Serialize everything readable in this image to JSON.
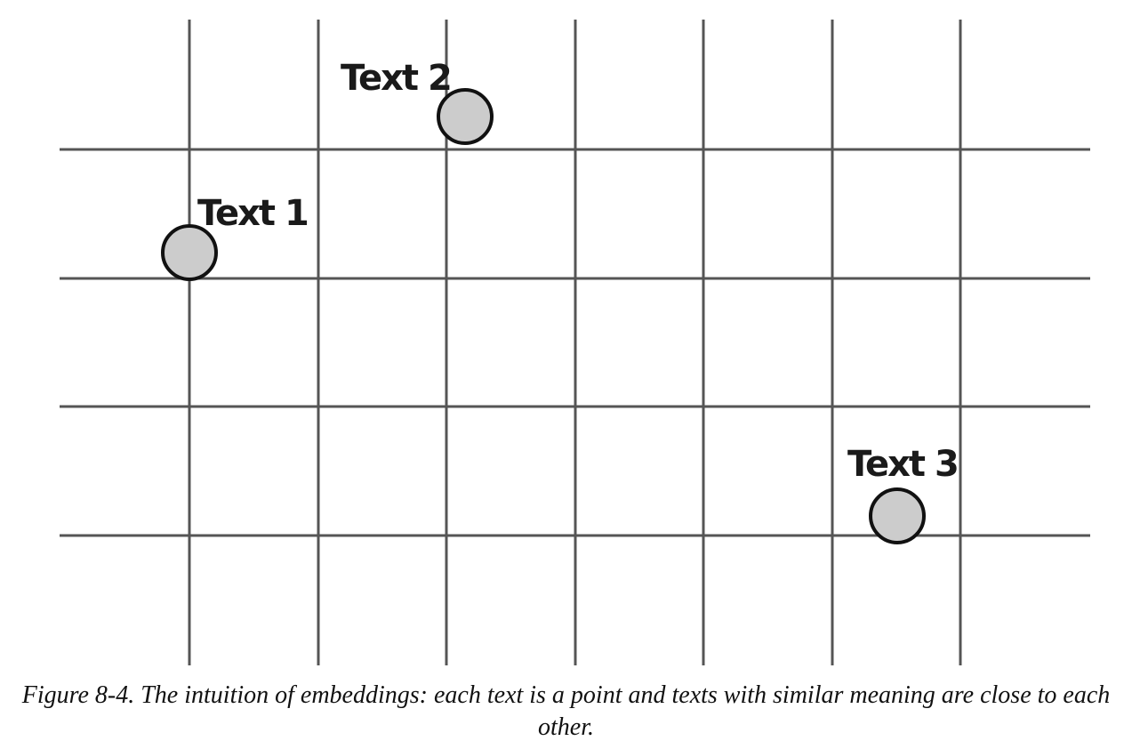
{
  "points": [
    {
      "label": "Text 1"
    },
    {
      "label": "Text 2"
    },
    {
      "label": "Text 3"
    }
  ],
  "caption": "Figure 8-4. The intuition of embeddings: each text is a point and texts with similar meaning are close to each other.",
  "colors": {
    "grid": "#555555",
    "point_fill": "#cccccc",
    "point_stroke": "#111111",
    "text": "#111111"
  }
}
